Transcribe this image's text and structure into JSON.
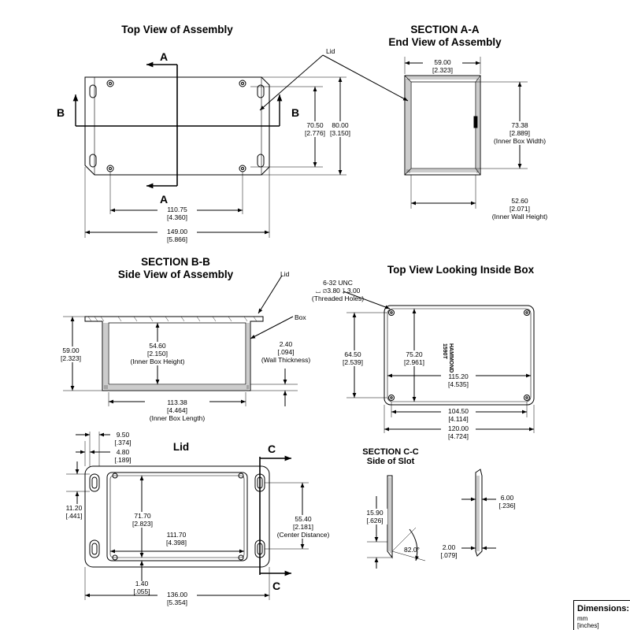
{
  "views": {
    "top_view": {
      "title": "Top View of Assembly"
    },
    "section_aa": {
      "title_line1": "SECTION A-A",
      "title_line2": "End View of Assembly"
    },
    "section_bb": {
      "title_line1": "SECTION B-B",
      "title_line2": "Side View of Assembly"
    },
    "top_inside": {
      "title": "Top View Looking Inside Box"
    },
    "lid": {
      "title": "Lid"
    },
    "section_cc": {
      "title_line1": "SECTION  C-C",
      "title_line2": "Side  of Slot"
    }
  },
  "labels": {
    "A": "A",
    "B": "B",
    "C": "C",
    "lid": "Lid",
    "box": "Box",
    "logo_line1": "HAMMOND",
    "logo_line2": "1590T"
  },
  "dims": {
    "top_59": [
      "59.00",
      "[2.323]"
    ],
    "top_7050": [
      "70.50",
      "[2.776]"
    ],
    "top_80": [
      "80.00",
      "[3.150]"
    ],
    "top_11075": [
      "110.75",
      "[4.360]"
    ],
    "top_149": [
      "149.00",
      "[5.866]"
    ],
    "aa_7338": [
      "73.38",
      "[2.889]",
      "(Inner Box Width)"
    ],
    "aa_5260": [
      "52.60",
      "[2.071]",
      "(Inner Wall Height)"
    ],
    "bb_59": [
      "59.00",
      "[2.323]"
    ],
    "bb_5460": [
      "54.60",
      "[2.150]",
      "(Inner Box Height)"
    ],
    "bb_240": [
      "2.40",
      "[.094]",
      "(Wall Thickness)"
    ],
    "bb_11338": [
      "113.38",
      "[4.464]",
      "(Inner Box Length)"
    ],
    "in_thread": [
      "6-32 UNC",
      "⌴ ∅3.80 ↧ 3.00",
      "(Threaded Holes)"
    ],
    "in_6450": [
      "64.50",
      "[2.539]"
    ],
    "in_7520": [
      "75.20",
      "[2.961]"
    ],
    "in_11520": [
      "115.20",
      "[4.535]"
    ],
    "in_10450": [
      "104.50",
      "[4.114]"
    ],
    "in_120": [
      "120.00",
      "[4.724]"
    ],
    "lid_950": [
      "9.50",
      "[.374]"
    ],
    "lid_480": [
      "4.80",
      "[.189]"
    ],
    "lid_1120": [
      "11.20",
      "[.441]"
    ],
    "lid_7170": [
      "71.70",
      "[2.823]"
    ],
    "lid_11170": [
      "111.70",
      "[4.398]"
    ],
    "lid_5540": [
      "55.40",
      "[2.181]",
      "(Center Distance)"
    ],
    "lid_140": [
      "1.40",
      "[.055]"
    ],
    "lid_136": [
      "136.00",
      "[5.354]"
    ],
    "cc_1590": [
      "15.90",
      "[.626]"
    ],
    "cc_82": [
      "82.0°"
    ],
    "cc_600": [
      "6.00",
      "[.236]"
    ],
    "cc_200": [
      "2.00",
      "[.079]"
    ]
  },
  "legend": {
    "title": "Dimensions:",
    "unit1": "mm",
    "unit2": "[inches]"
  }
}
